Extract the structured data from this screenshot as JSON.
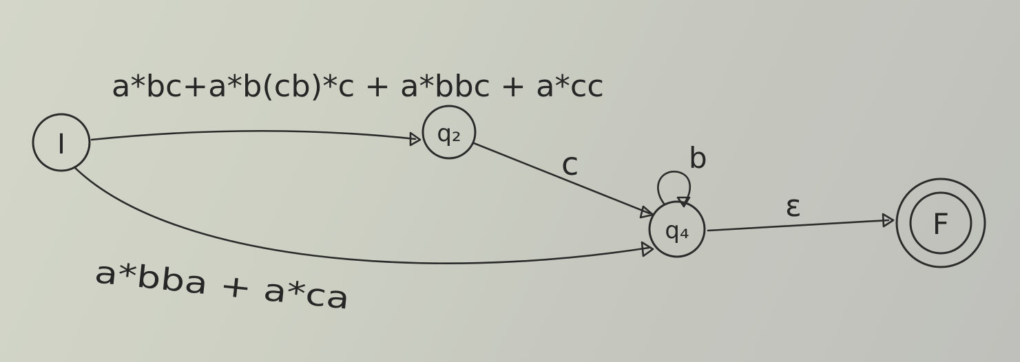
{
  "states": [
    {
      "id": "I",
      "label": "I",
      "accepting": false
    },
    {
      "id": "q2",
      "label": "q₂",
      "accepting": false
    },
    {
      "id": "q4",
      "label": "q₄",
      "accepting": false
    },
    {
      "id": "F",
      "label": "F",
      "accepting": true
    }
  ],
  "transitions": [
    {
      "from": "I",
      "to": "q2",
      "label": "a*bc+a*b(cb)*c + a*bbc + a*cc"
    },
    {
      "from": "I",
      "to": "q4",
      "label": "a*bba + a*ca"
    },
    {
      "from": "q2",
      "to": "q4",
      "label": "c"
    },
    {
      "from": "q4",
      "to": "q4",
      "label": "b"
    },
    {
      "from": "q4",
      "to": "F",
      "label": "ε"
    }
  ]
}
